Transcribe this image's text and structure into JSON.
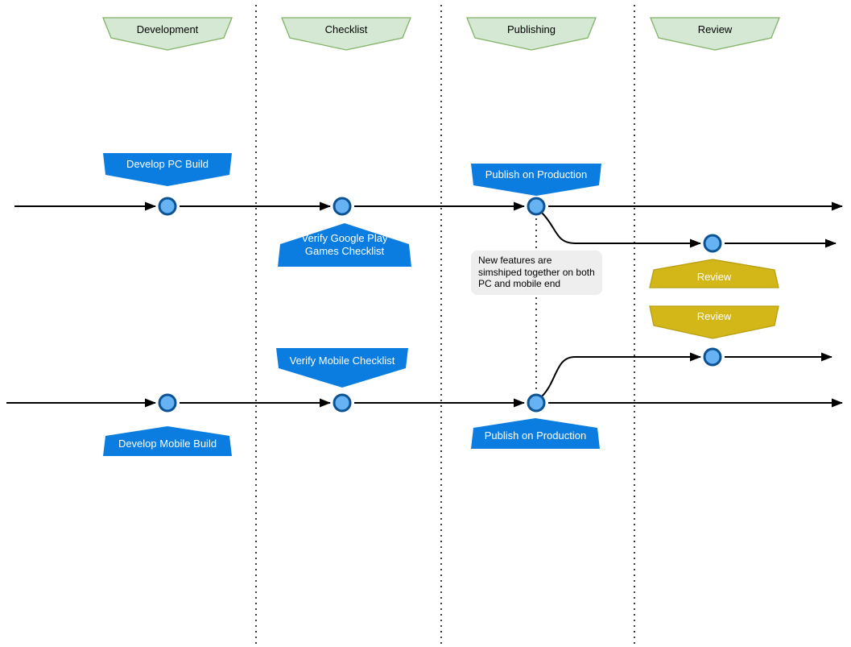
{
  "diagram_title": "Release pipeline timeline (Development / Checklist / Publishing / Review)",
  "colors": {
    "background": "#ffffff",
    "line": "#000000",
    "lane_header_fill": "#d5e8d4",
    "lane_header_stroke": "#82b366",
    "task_banner_fill": "#0c7de0",
    "review_banner_fill": "#d3b617",
    "review_banner_stroke": "#b89f10",
    "milestone_fill": "#67b2f2",
    "milestone_stroke": "#0b5394",
    "note_fill": "#eeeeee"
  },
  "lane_headers": {
    "development": "Development",
    "checklist": "Checklist",
    "publishing": "Publishing",
    "review": "Review"
  },
  "pc_track": {
    "develop": "Develop PC Build",
    "verify_lines": [
      "Verify Google Play",
      "Games Checklist"
    ],
    "publish": "Publish on Production",
    "review": "Review"
  },
  "mobile_track": {
    "develop": "Develop Mobile Build",
    "verify": "Verify Mobile Checklist",
    "publish": "Publish on Production",
    "review": "Review"
  },
  "note": {
    "lines": [
      "New features are",
      "simshiped together on both",
      "PC and mobile end"
    ]
  }
}
